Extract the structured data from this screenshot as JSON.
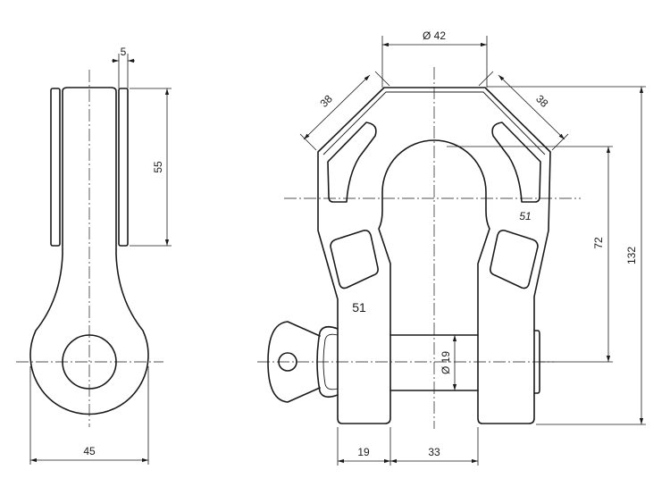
{
  "side_view": {
    "width_dim": "45",
    "plate_height_dim": "55",
    "plate_thickness_dim": "5"
  },
  "front_view": {
    "opening_dim": "Ø 42",
    "chamfer_left_dim": "38",
    "chamfer_right_dim": "38",
    "overall_height_dim": "132",
    "inner_height_dim": "72",
    "pin_dim": "Ø 19",
    "leg_width_dim": "19",
    "inner_width_dim": "33",
    "mark_left": "51",
    "mark_right": "51"
  }
}
